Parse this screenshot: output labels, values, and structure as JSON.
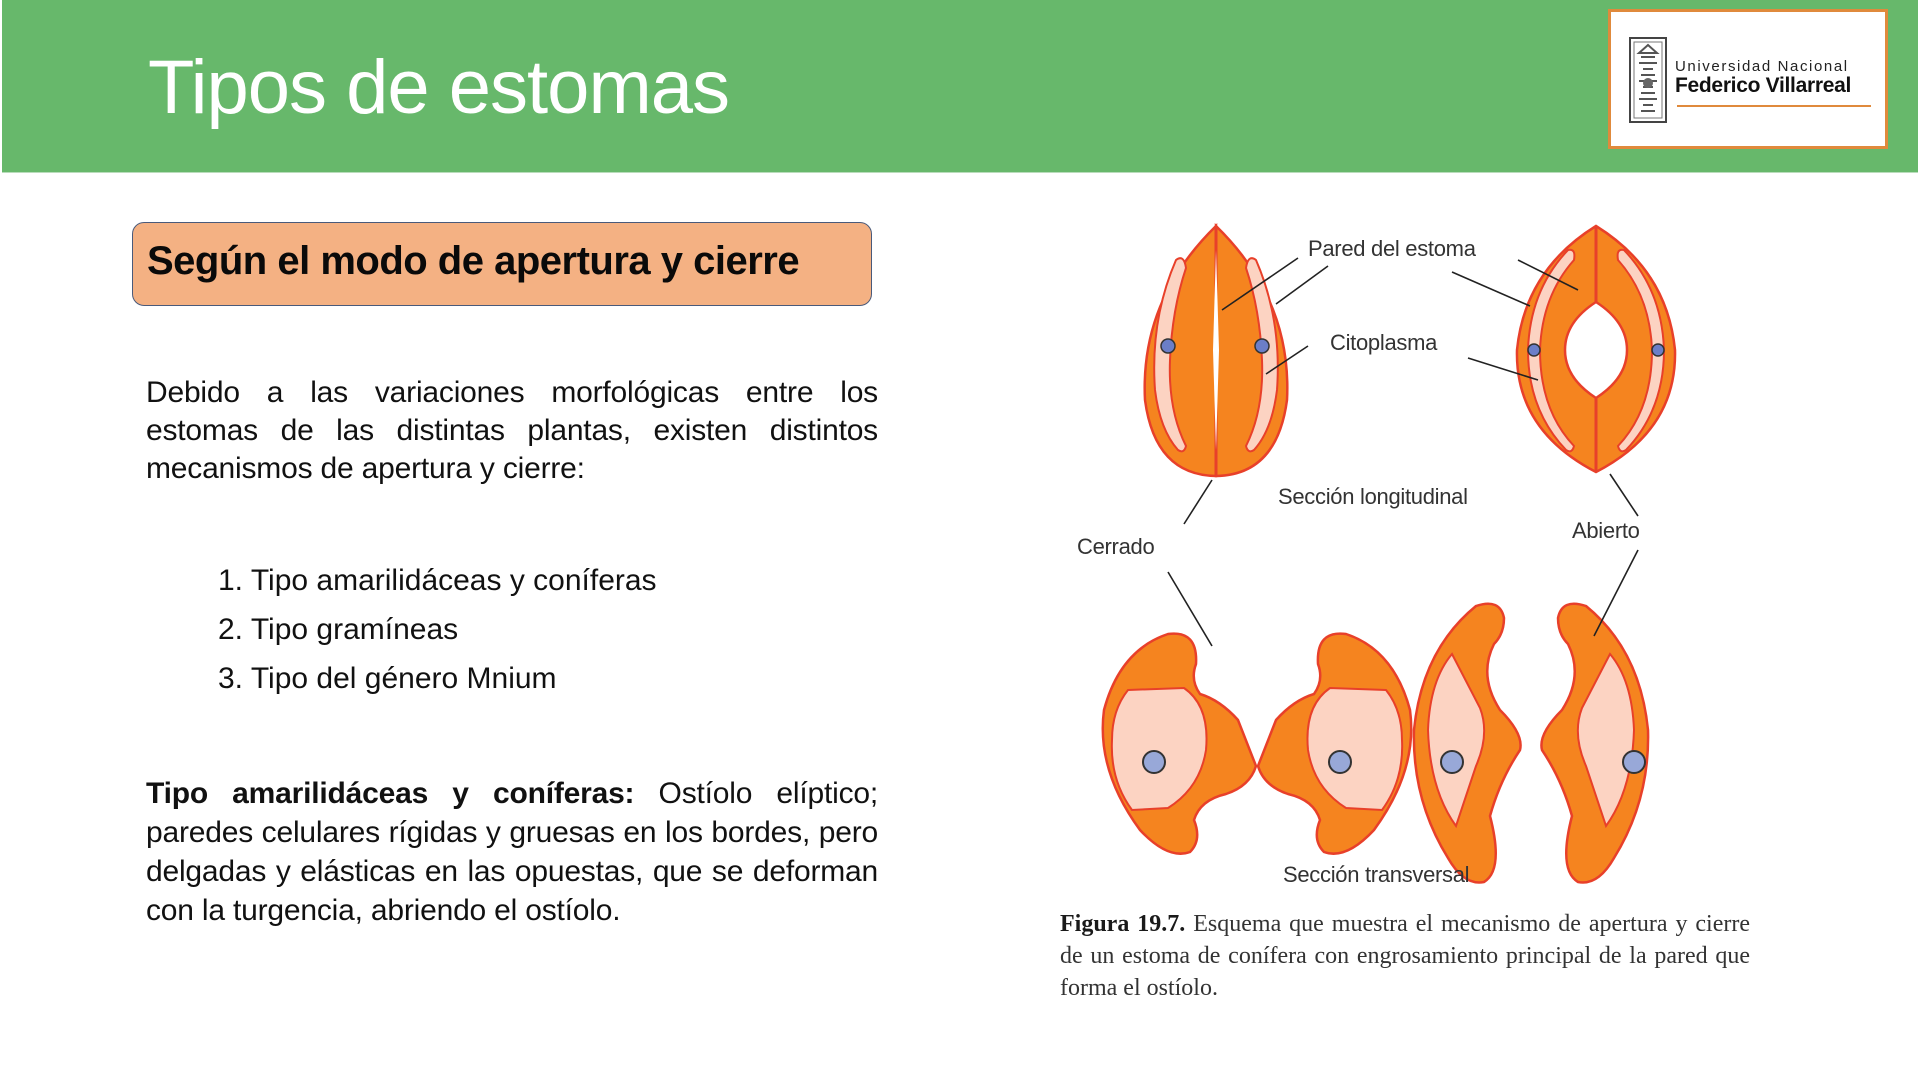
{
  "header": {
    "title": "Tipos de estomas",
    "background_color": "#67b86b",
    "logo": {
      "line1": "Universidad Nacional",
      "line2": "Federico Villarreal",
      "icon": "university-emblem-icon",
      "border_color": "#e08a3c"
    }
  },
  "section": {
    "title": "Según el modo de apertura y cierre",
    "background_color": "#f4b183"
  },
  "intro": {
    "text": "Debido a las variaciones morfológicas entre los estomas de las distintas plantas, existen distintos mecanismos de apertura y cierre:"
  },
  "types": [
    {
      "number": "1.",
      "label": "Tipo amarilidáceas y coníferas"
    },
    {
      "number": "2.",
      "label": "Tipo gramíneas"
    },
    {
      "number": "3.",
      "label": "Tipo del género Mnium"
    }
  ],
  "description": {
    "bold": "Tipo amarilidáceas y coníferas:",
    "text": " Ostíolo elíptico; paredes celulares rígidas y gruesas en los bordes, pero delgadas y elásticas en las opuestas, que se deforman con la turgencia, abriendo el ostíolo."
  },
  "figure": {
    "labels": {
      "wall": "Pared del estoma",
      "cytoplasm": "Citoplasma",
      "longitudinal": "Sección longitudinal",
      "closed": "Cerrado",
      "open": "Abierto",
      "transversal": "Sección transversal"
    },
    "colors": {
      "wall": "#f5841f",
      "outline": "#e8402a",
      "cytoplasm": "#fcd3c2",
      "nucleus": "#98a8d8"
    },
    "caption_bold": "Figura 19.7.",
    "caption_text": " Esquema que muestra el mecanismo de apertura y cierre de un estoma de conífera con engrosamiento principal de la pared que forma el ostíolo."
  }
}
